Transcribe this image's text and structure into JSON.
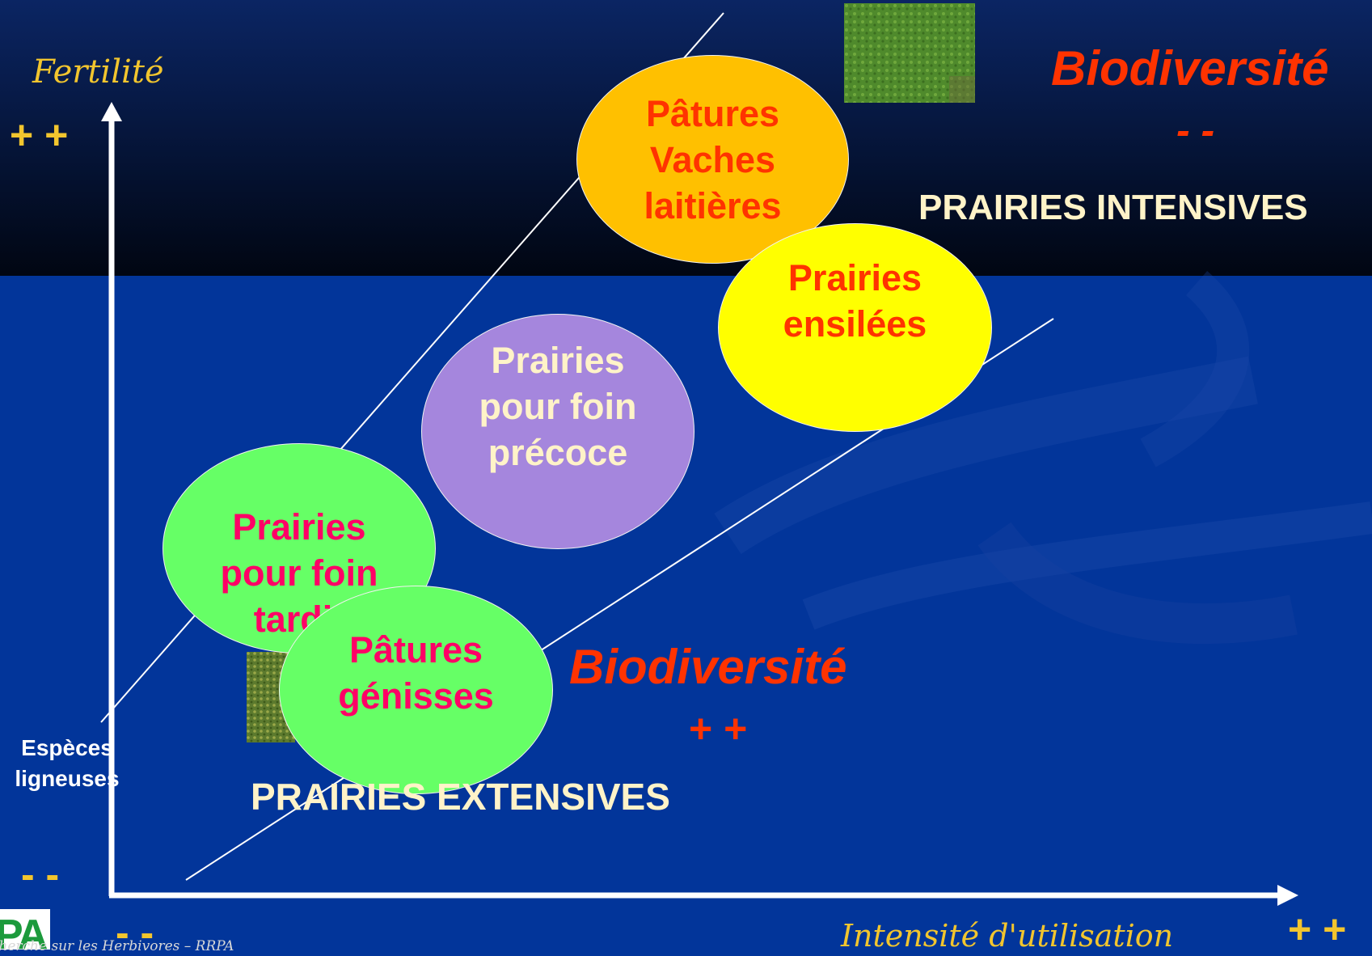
{
  "axis": {
    "y_title": "Fertilité",
    "y_high": "+ +",
    "y_low": "- -",
    "x_title": "Intensité d'utilisation",
    "x_high": "+ +",
    "x_low": "- -",
    "y_low_label": [
      "Espèces",
      "ligneuses"
    ]
  },
  "top_right": {
    "biodiversity": "Biodiversité",
    "biodiversity_level": "- -",
    "zone_label": "PRAIRIES INTENSIVES"
  },
  "bottom": {
    "biodiversity": "Biodiversité",
    "biodiversity_level": "+ +",
    "zone_label": "PRAIRIES EXTENSIVES"
  },
  "nodes": [
    {
      "id": "vaches",
      "lines": [
        "Pâtures",
        "Vaches",
        "laitières"
      ],
      "fill": "#ffc000",
      "text_color": "#ff3300"
    },
    {
      "id": "ensilees",
      "lines": [
        "Prairies",
        "ensilées"
      ],
      "fill": "#ffff00",
      "text_color": "#ff3300"
    },
    {
      "id": "foin-precoce",
      "lines": [
        "Prairies",
        "pour foin",
        "précoce"
      ],
      "fill": "#a586dd",
      "text_color": "#fff3c8"
    },
    {
      "id": "foin-tardif",
      "lines": [
        "Prairies",
        "pour foin",
        "tardif"
      ],
      "fill": "#66ff66",
      "text_color": "#ff0066"
    },
    {
      "id": "genisses",
      "lines": [
        "Pâtures",
        "génisses"
      ],
      "fill": "#66ff66",
      "text_color": "#ff0066"
    }
  ],
  "footer": {
    "logo": "PA",
    "caption": "Recherche sur les Herbivores – RRPA"
  },
  "colors": {
    "accent_yellow": "#f2c52e",
    "biodiversity_red": "#ff3300",
    "zone_label": "#fff3c8"
  }
}
